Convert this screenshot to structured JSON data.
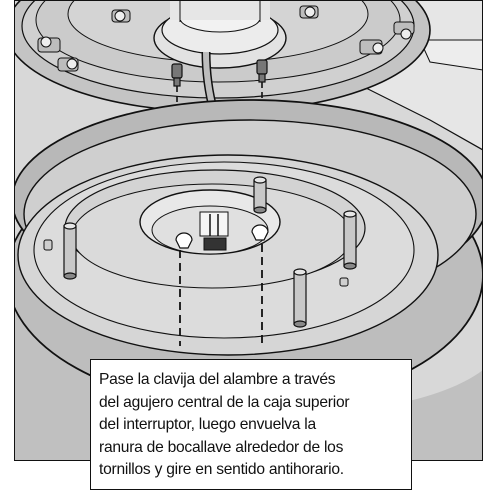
{
  "illustration": {
    "subject": "ceiling-fan-light-kit-installation",
    "background_color": "#d9d9d9",
    "part_fill_color": "#bfbfbf",
    "part_outline_color": "#111111"
  },
  "caption": {
    "lines": [
      "Pase la clavija del alambre a través",
      "del agujero central de la caja superior",
      "del interruptor, luego envuelva la",
      "ranura de bocallave alrededor de los",
      "tornillos y gire en sentido antihorario."
    ]
  }
}
